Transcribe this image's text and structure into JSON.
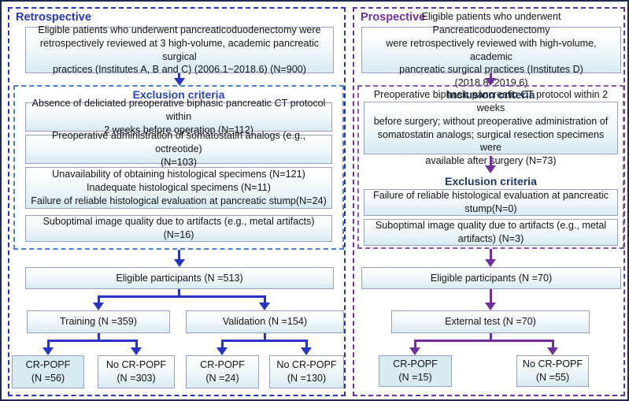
{
  "colors": {
    "left_accent": "#2634c4",
    "left_inner_dashed": "#4a7fd6",
    "left_heading": "#2644c6",
    "right_accent": "#71309e",
    "right_inner_dashed": "#8a56ae",
    "right_heading": "#1f3864",
    "box_border": "#98a0c6",
    "box_fill_bottom": "#d8eaf2",
    "outer_border": "#1c2850"
  },
  "left_panel": {
    "title": "Retrospective",
    "intro": "Eligible patients  who underwent pancreaticoduodenectomy were\nretrospectively reviewed at 3 high-volume, academic pancreatic surgical\npractices (Institutes A, B and C) (2006.1~2018.6) (N=900)",
    "criteria": {
      "heading": "Exclusion criteria",
      "items": [
        "Absence of deliciated preoperative biphasic pancreatic CT protocol within\n2 weeks before operation (N=112)",
        "Preoperative administration of somatostatin analogs (e.g., octreotide)\n(N=103)",
        "Unavailability of obtaining histological specimens (N=121)\nInadequate histological specimens (N=11)\nFailure of reliable histological evaluation at pancreatic stump(N=24)",
        "Suboptimal image quality due to artifacts (e.g., metal artifacts) (N=16)"
      ]
    },
    "eligible": "Eligible participants (N =513)",
    "training": "Training (N =359)",
    "validation": "Validation (N =154)",
    "training_crpopf": "CR-POPF\n(N =56)",
    "training_no_crpopf": "No CR-POPF\n(N =303)",
    "validation_crpopf": "CR-POPF\n(N =24)",
    "validation_no_crpopf": "No CR-POPF\n(N =130)"
  },
  "right_panel": {
    "title": "Prospective",
    "intro": "Eligible patients who underwent Pancreaticoduodenectomy\nwere retrospectively reviewed with high-volume, academic\npancreatic surgical practices (Institutes D) (2018.8~2019.6)",
    "inclusion": {
      "heading": "Inclusion criteria",
      "text": "Preoperative biphasic pancreatic CT protocol within 2 weeks\nbefore surgery; without preoperative administration of\nsomatostatin analogs; surgical resection specimens were\navailable after surgery (N=73)"
    },
    "exclusion": {
      "heading": "Exclusion criteria",
      "items": [
        "Failure of reliable histological evaluation at pancreatic\nstump(N=0)",
        "Suboptimal image quality due to artifacts (e.g., metal\nartifacts) (N=3)"
      ]
    },
    "eligible": "Eligible participants (N =70)",
    "external_test": "External test  (N =70)",
    "crpopf": "CR-POPF\n(N =15)",
    "no_crpopf": "No CR-POPF\n(N =55)"
  }
}
